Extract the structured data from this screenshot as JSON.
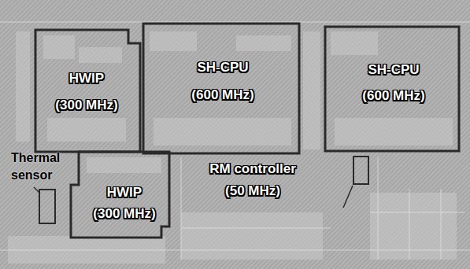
{
  "diagram": {
    "nodes": [
      {
        "text": [
          "HWIP (300 MHz)"
        ]
      },
      {
        "text": [
          "SH-CPU (600 MHz)"
        ]
      },
      {
        "text": [
          "SH-CPU (600 MHz)"
        ]
      },
      {
        "text": [
          "HWIP (300 MHz)"
        ]
      }
    ],
    "labels": [
      "Thermal sensor",
      "RM controller (50 MHz)"
    ]
  }
}
